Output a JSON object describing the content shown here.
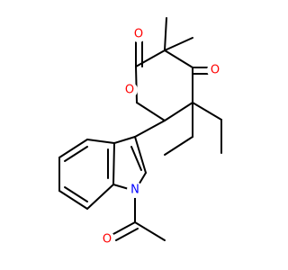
{
  "molecule": {
    "atoms": [
      {
        "id": "O_lactone_carbonyl",
        "symbol": "O",
        "color": "#ff0000"
      },
      {
        "id": "O_ketone",
        "symbol": "O",
        "color": "#ff0000"
      },
      {
        "id": "O_ring",
        "symbol": "O",
        "color": "#ff0000"
      },
      {
        "id": "N_indole",
        "symbol": "N",
        "color": "#0000ff"
      },
      {
        "id": "O_acetyl",
        "symbol": "O",
        "color": "#ff0000"
      }
    ],
    "bond_color": "#000000"
  }
}
